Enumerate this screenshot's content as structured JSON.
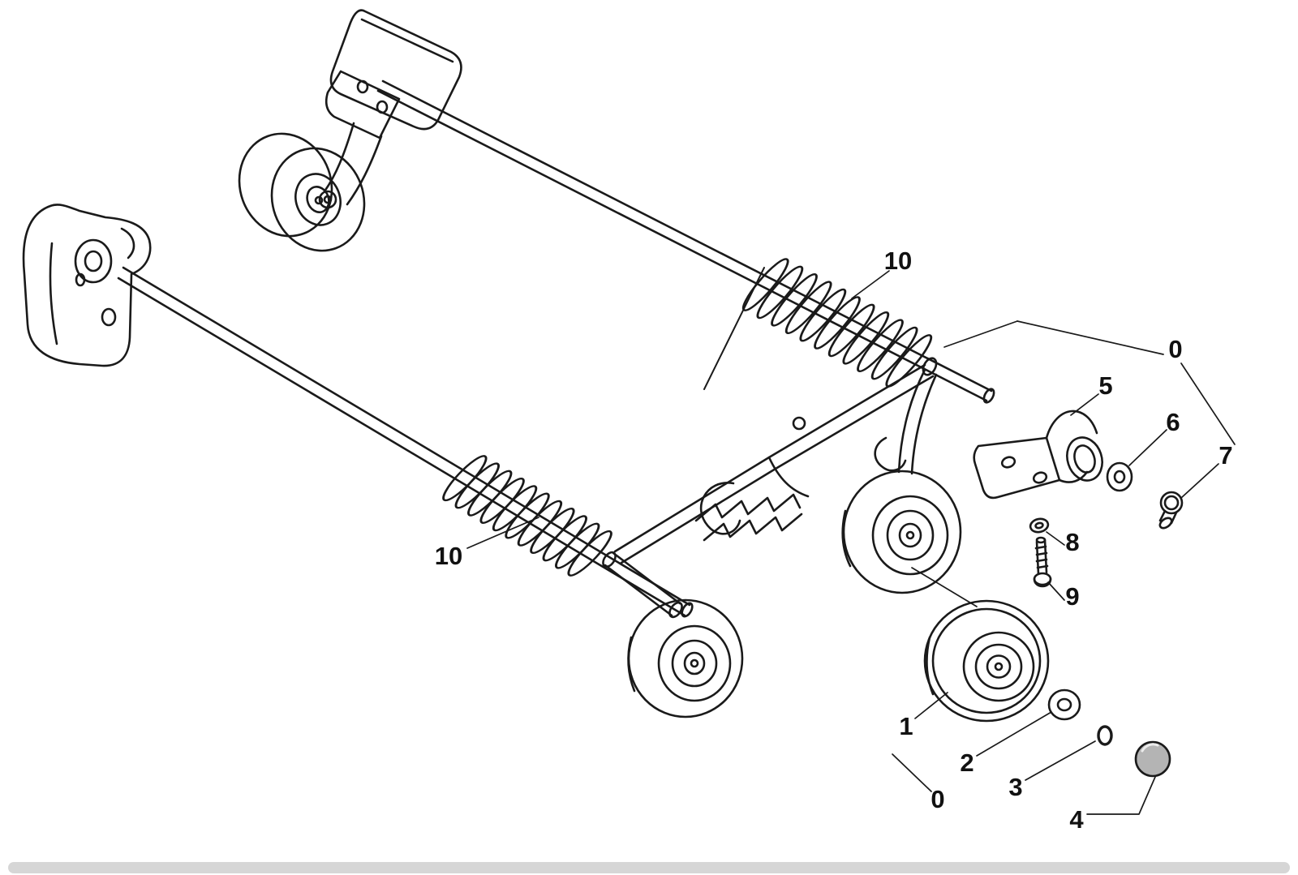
{
  "page": {
    "background": "#ffffff"
  },
  "colors": {
    "line": "#1a1a1a",
    "cap_fill": "#b4b4b4",
    "bottom_bar": "#d6d6d6"
  },
  "diagram": {
    "type": "exploded-parts-diagram",
    "callouts": [
      {
        "label": "10"
      },
      {
        "label": "0"
      },
      {
        "label": "5"
      },
      {
        "label": "6"
      },
      {
        "label": "7"
      },
      {
        "label": "8"
      },
      {
        "label": "9"
      },
      {
        "label": "10"
      },
      {
        "label": "1"
      },
      {
        "label": "2"
      },
      {
        "label": "3"
      },
      {
        "label": "0"
      },
      {
        "label": "4"
      }
    ]
  }
}
